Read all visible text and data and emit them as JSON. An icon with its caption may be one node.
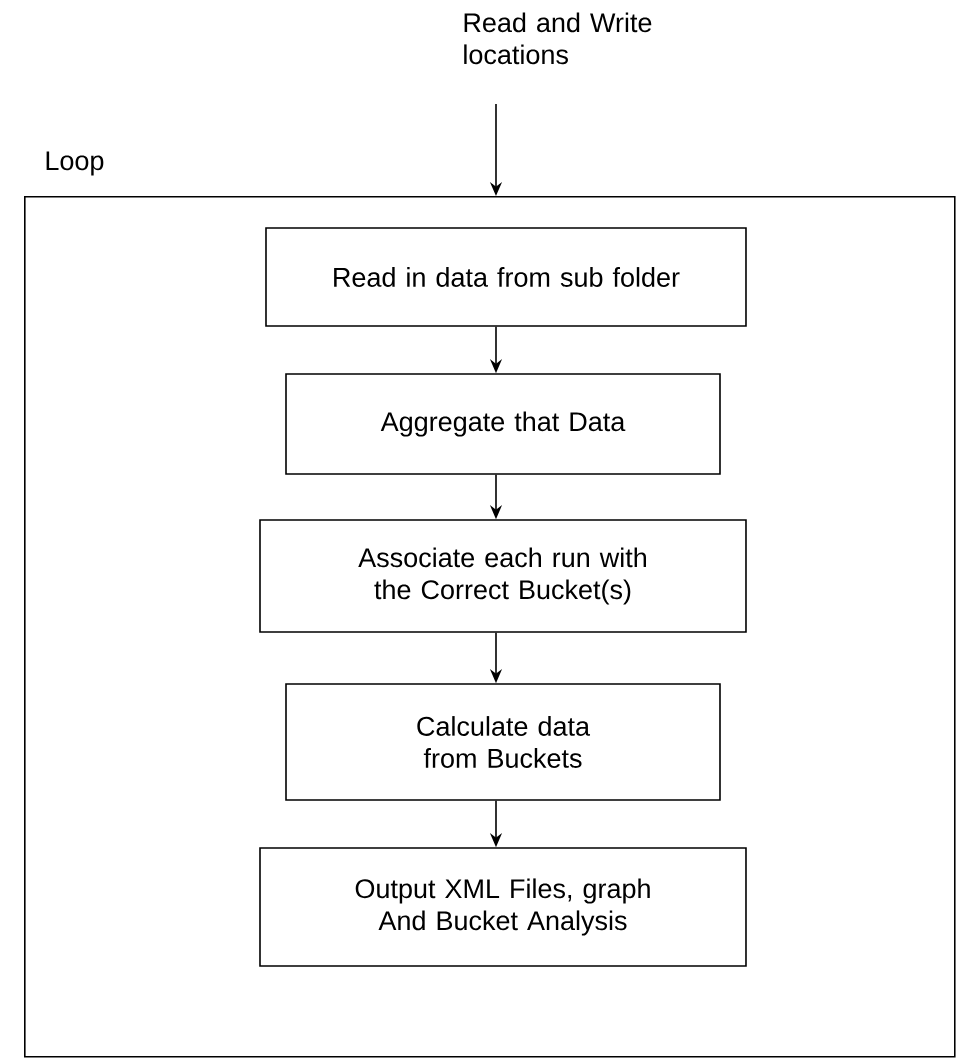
{
  "diagram": {
    "nodes": [
      {
        "text": [
          "Read and Write locations"
        ]
      },
      {
        "text": [
          "Loop"
        ]
      },
      {
        "text": [
          "Read in data from sub folder"
        ],
        "in": 1
      },
      {
        "text": [
          "Aggregate that Data"
        ],
        "in": 1
      },
      {
        "text": [
          "Associate each run with the Correct Bucket(s)"
        ],
        "in": 1
      },
      {
        "text": [
          "Calculate data from Buckets"
        ],
        "in": 1
      },
      {
        "text": [
          "Output XML Files, graph And Bucket Analysis"
        ],
        "in": 1
      }
    ],
    "edges": [
      {
        "from": 0,
        "to": 1,
        "arrow": "to"
      },
      {
        "from": 2,
        "to": 3,
        "arrow": "to"
      },
      {
        "from": 3,
        "to": 4,
        "arrow": "to"
      },
      {
        "from": 4,
        "to": 5,
        "arrow": "to"
      },
      {
        "from": 5,
        "to": 6,
        "arrow": "to"
      }
    ]
  }
}
